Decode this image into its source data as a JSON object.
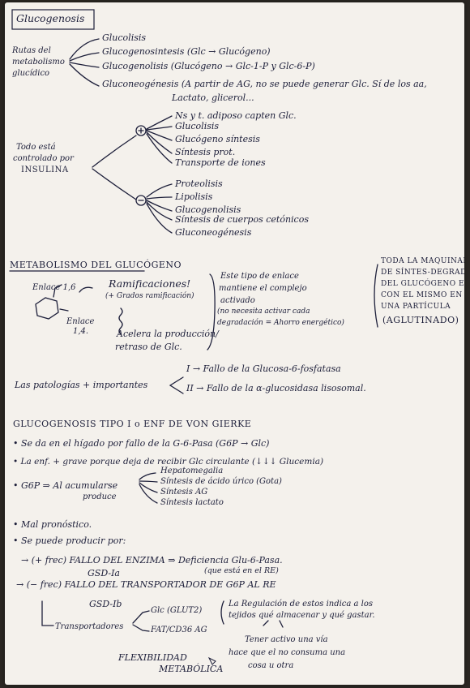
{
  "title": "Glucogenosis",
  "section1": {
    "label_lines": [
      "Rutas del",
      "metabolismo",
      "glucídico"
    ],
    "items": [
      "Glucolisis",
      "Glucogenosintesis (Glc → Glucógeno)",
      "Glucogenolisis (Glucógeno → Glc-1-P y Glc-6-P)",
      "Gluconeogénesis (A partir de AG, no se puede generar Glc. Sí de los aa,",
      "Lactato, glicerol..."
    ]
  },
  "section2": {
    "label_lines": [
      "Todo está",
      "controlado por",
      "INSULINA"
    ],
    "plus_symbol": "+",
    "plus_items": [
      "Ns y t. adiposo capten Glc.",
      "Glucolisis",
      "Glucógeno síntesis",
      "Síntesis prot.",
      "Transporte de iones"
    ],
    "minus_symbol": "−",
    "minus_items": [
      "Proteolisis",
      "Lipolisis",
      "Glucogenolisis",
      "Síntesis de cuerpos cetónicos",
      "Gluconeogénesis"
    ]
  },
  "section3": {
    "heading": "METABOLISMO DEL GLUCÓGENO",
    "enlace_16": "Enlace 1,6",
    "ramificaciones": "Ramificaciones!",
    "ramificaciones_sub": "(+ Grados ramificación)",
    "enlace_14_lines": [
      "Enlace",
      "1,4."
    ],
    "acelera_lines": [
      "Acelera la producción/",
      "retraso de Glc."
    ],
    "note_lines": [
      "Este tipo de enlace",
      "mantiene el complejo",
      "activado",
      "(no necesita activar cada",
      "degradación = Ahorro energético)"
    ],
    "box_lines": [
      "TODA LA MAQUINARIA",
      "DE SÍNTES-DEGRADACIÓN",
      "DEL GLUCÓGENO ESTÁ",
      "CON EL MISMO EN",
      "UNA PARTÍCULA"
    ],
    "box_last": "(AGLUTINADO)"
  },
  "section4": {
    "label": "Las patologías + importantes",
    "items": [
      "I → Fallo de la Glucosa-6-fosfatasa",
      "II → Fallo de la α-glucosidasa lisosomal."
    ]
  },
  "section5": {
    "heading": "GLUCOGENOSIS TIPO I o ENF DE VON GIERKE",
    "bullets": [
      "• Se da en el hígado por fallo de la G-6-Pasa (G6P → Glc)",
      "• La enf. + grave porque deja de recibir Glc circulante (↓↓↓ Glucemia)",
      "• G6P ⇒ Al acumularse",
      "produce"
    ],
    "acum_items": [
      "Hepatomegalia",
      "Síntesis de ácido úrico (Gota)",
      "Síntesis AG",
      "Síntesis lactato"
    ],
    "bullets2": [
      "• Mal pronóstico.",
      "• Se puede producir por:"
    ],
    "fallo_enzima": "→ (+ frec) FALLO DEL ENZIMA ⇒ Deficiencia Glu-6-Pasa.",
    "fallo_enzima_sub": "(que está en el RE)",
    "gsd_1a": "GSD-Ia",
    "fallo_transp": "→ (− frec) FALLO DEL TRANSPORTADOR DE G6P AL RE",
    "gsd_1b": "GSD-Ib",
    "transportadores": "Transportadores",
    "transp_items": [
      "Glc (GLUT2)",
      "FAT/CD36 AG"
    ],
    "reg_lines": [
      "La Regulación de estos indica a los",
      "tejidos qué almacenar y qué gastar."
    ],
    "flex_lines": [
      "FLEXIBILIDAD",
      "METABÓLICA"
    ],
    "tener_lines": [
      "Tener activo una vía",
      "hace que el no consuma una",
      "cosa u otra"
    ]
  }
}
